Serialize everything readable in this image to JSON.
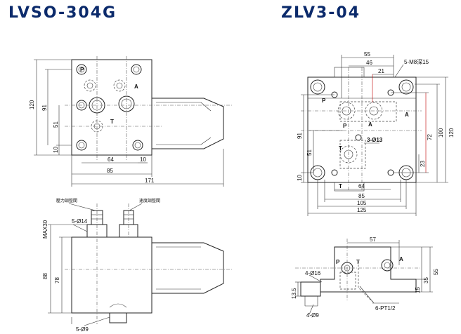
{
  "titles": {
    "left": "LVSO-304G",
    "right": "ZLV3-04"
  },
  "left_top": {
    "dims": {
      "d120": "120",
      "d91": "91",
      "d51": "51",
      "d10": "10",
      "d64": "64",
      "d10b": "10",
      "d85": "85",
      "d171": "171"
    },
    "ports": {
      "p": "P",
      "a": "A",
      "t": "T"
    }
  },
  "left_bottom": {
    "labels": {
      "pressure_adj": "壓力調整閥",
      "speed_adj": "速度調整閥",
      "holes14": "5-Ø14",
      "holes9": "5-Ø9"
    },
    "dims": {
      "max30": "MAX30",
      "d88": "88",
      "d78": "78"
    }
  },
  "right_top": {
    "dims": {
      "d55": "55",
      "d46": "46",
      "d21": "21",
      "m8": "5-M8深15",
      "d91": "91",
      "d51": "51",
      "d10": "10",
      "d64": "64",
      "d85": "85",
      "d105": "105",
      "d125": "125",
      "d72": "72",
      "d100": "100",
      "d120": "120",
      "d23": "23",
      "holes13": "3-Ø13"
    },
    "ports": {
      "p1": "P",
      "p2": "P",
      "a1": "A",
      "a2": "A",
      "t1": "T",
      "t2": "T"
    }
  },
  "right_bottom": {
    "dims": {
      "d57": "57",
      "d13_5": "13.5",
      "d15": "15",
      "d35": "35",
      "d55": "55",
      "holes16": "4-Ø16",
      "holes9": "4-Ø9",
      "pt": "6-PT1/2"
    },
    "ports": {
      "p": "P",
      "t": "T",
      "a": "A"
    }
  }
}
